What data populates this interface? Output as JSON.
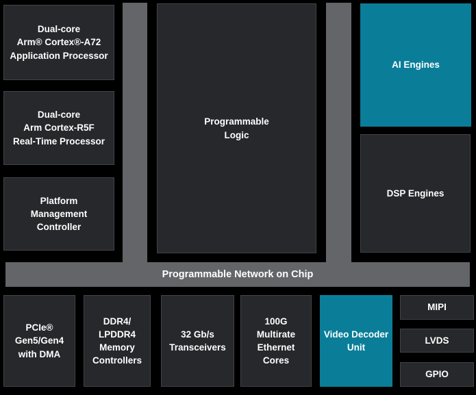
{
  "colors": {
    "background": "#000000",
    "block_fill": "#26282b",
    "block_border": "#404348",
    "accent_teal": "#0a7e99",
    "bus_gray": "#636568",
    "text": "#ffffff"
  },
  "blocks": {
    "application_processor": "Dual-core\nArm® Cortex®-A72\nApplication Processor",
    "realtime_processor": "Dual-core\nArm Cortex-R5F\nReal-Time Processor",
    "platform_management": "Platform\nManagement\nController",
    "programmable_logic": "Programmable\nLogic",
    "ai_engines": "AI Engines",
    "dsp_engines": "DSP Engines",
    "noc": "Programmable Network on Chip",
    "pcie": "PCIe®\nGen5/Gen4\nwith DMA",
    "ddr": "DDR4/\nLPDDR4\nMemory\nControllers",
    "transceivers": "32 Gb/s\nTransceivers",
    "ethernet": "100G\nMultirate\nEthernet\nCores",
    "video_decoder": "Video Decoder\nUnit",
    "mipi": "MIPI",
    "lvds": "LVDS",
    "gpio": "GPIO"
  }
}
